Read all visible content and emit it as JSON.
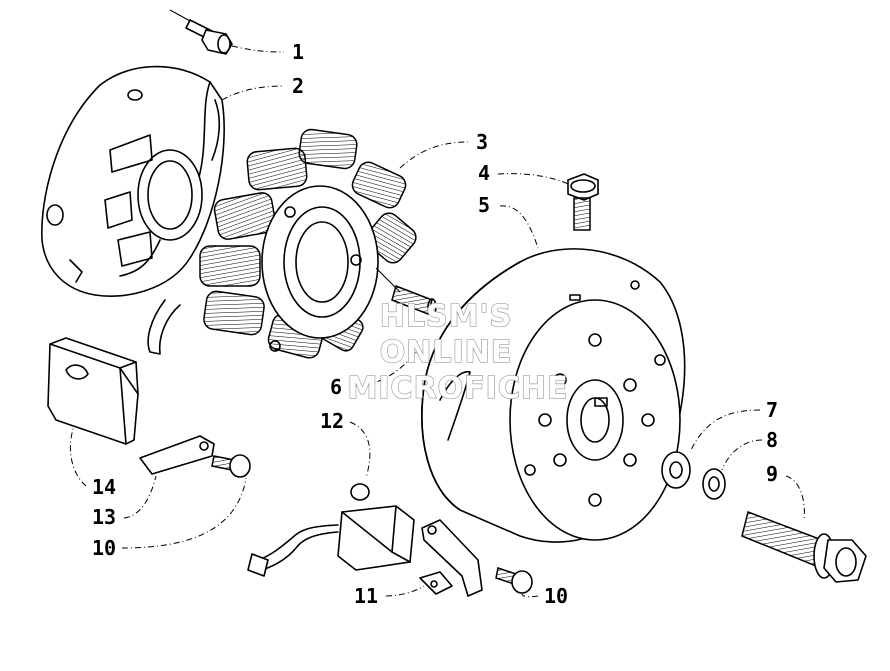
{
  "callouts": {
    "c1": "1",
    "c2": "2",
    "c3": "3",
    "c4": "4",
    "c5": "5",
    "c6": "6",
    "c7": "7",
    "c8": "8",
    "c9": "9",
    "c10a": "10",
    "c10b": "10",
    "c11": "11",
    "c12": "12",
    "c13": "13",
    "c14": "14"
  },
  "watermark": {
    "line1": "HLSM'S",
    "line2": "ONLINE",
    "line3": "MICROFICHE"
  }
}
